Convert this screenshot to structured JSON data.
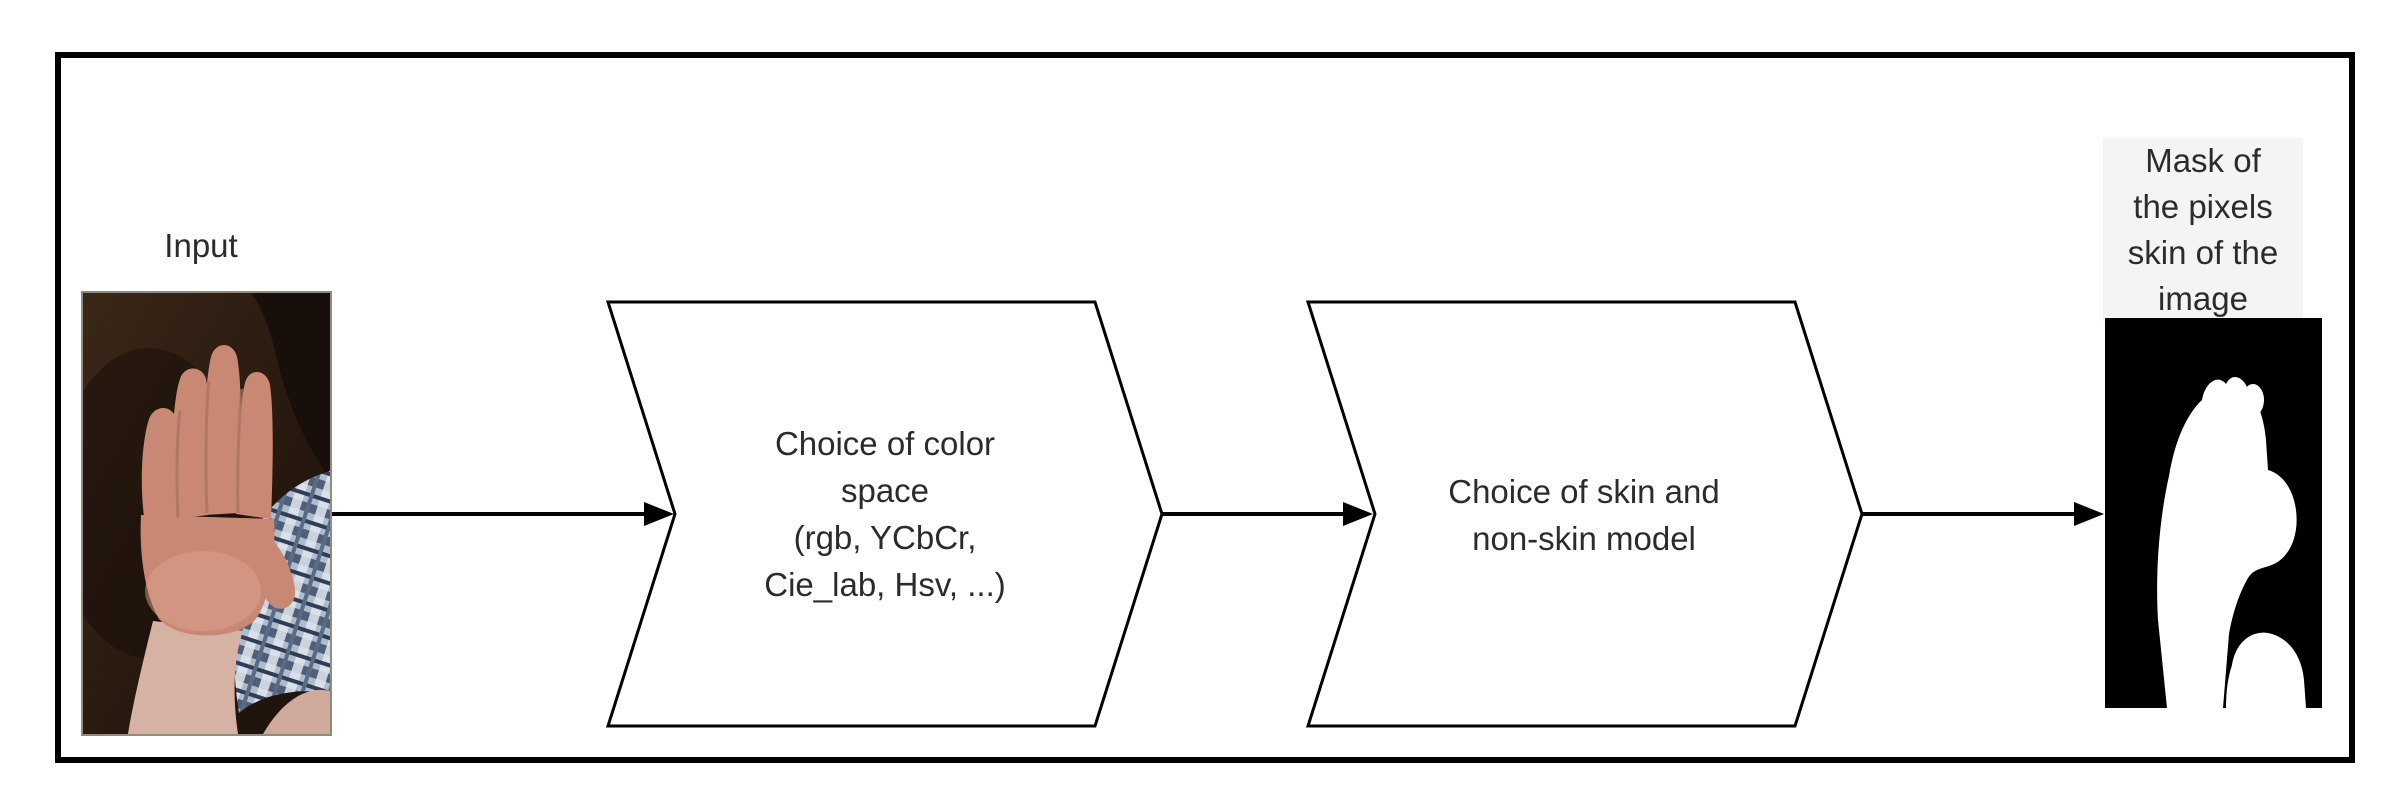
{
  "diagram": {
    "input": {
      "label": "Input"
    },
    "steps": [
      {
        "lines": [
          "Choice of color",
          "space",
          "(rgb, YCbCr,",
          "Cie_lab, Hsv, ...)"
        ]
      },
      {
        "lines": [
          "Choice of skin and",
          "non-skin model"
        ]
      }
    ],
    "output": {
      "label_lines": [
        "Mask of",
        "the pixels",
        "skin of the",
        "image"
      ]
    },
    "colors": {
      "frame_stroke": "#000000",
      "shape_fill": "#ffffff",
      "shape_stroke": "#000000",
      "arrow": "#000000",
      "text": "#2b2b2b",
      "output_label_bg": "#f4f4f6",
      "mask_bg": "#000000",
      "mask_fg": "#ffffff",
      "skin_tone": "#c98874",
      "photo_background": "#2a1a10",
      "shirt_plaid": "#9db0c5"
    }
  }
}
